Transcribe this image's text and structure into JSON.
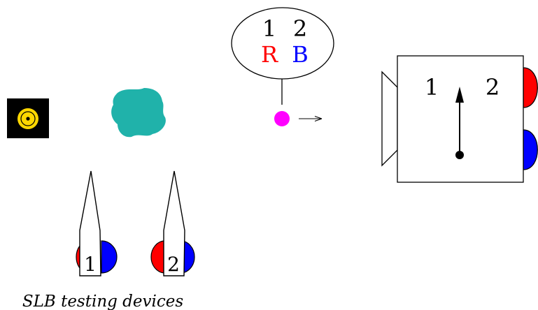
{
  "bubble": {
    "top_left": "1",
    "top_right": "2",
    "bottom_left": "R",
    "bottom_right": "B",
    "color_left": "#ff0000",
    "color_right": "#0000ff"
  },
  "devices": [
    {
      "label": "1",
      "left_color": "#ff0000",
      "right_color": "#0000ff"
    },
    {
      "label": "2",
      "left_color": "#ff0000",
      "right_color": "#0000ff"
    }
  ],
  "camera": {
    "left_label": "1",
    "right_label": "2",
    "top_lamp_color": "#ff0000",
    "bottom_lamp_color": "#0000ff"
  },
  "caption": "SLB testing devices",
  "colors": {
    "target_background": "#000000",
    "target_ring": "#ffd700",
    "blob": "#20b2aa",
    "source_dot": "#ff00ff"
  }
}
